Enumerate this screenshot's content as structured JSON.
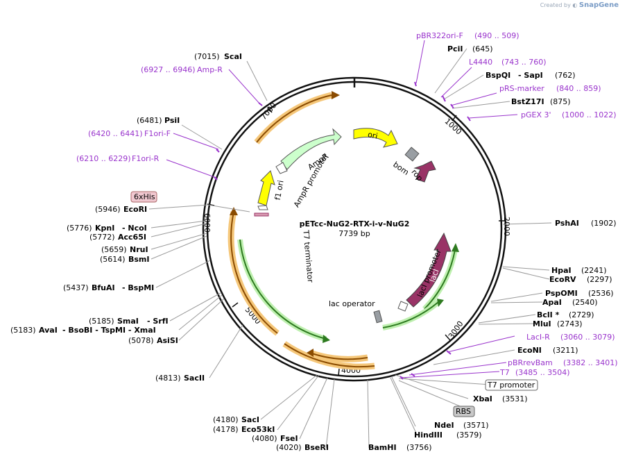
{
  "plasmid": {
    "name": "pETcc-NuG2-RTX-i-v-NuG2",
    "length": "7739 bp"
  },
  "watermark": {
    "prefix": "Created by",
    "brand": "SnapGene"
  },
  "ticks": [
    "1000",
    "2000",
    "3000",
    "4000",
    "5000",
    "6000",
    "7000"
  ],
  "features": {
    "ori": "ori",
    "bom": "bom",
    "rop": "rop",
    "ampr": "AmpR",
    "ampr_promoter": "AmpR promoter",
    "f1_ori": "f1 ori",
    "t7_terminator": "T7 terminator",
    "laci": "lacI",
    "laci_promoter": "lacI promoter",
    "lac_operator": "lac operator"
  },
  "boxed_labels": {
    "his": "6xHis",
    "t7_promoter": "T7 promoter",
    "rbs": "RBS"
  },
  "sites_left": [
    {
      "pos": "(7015)",
      "name": "ScaI"
    },
    {
      "pos": "(6481)",
      "name": "PsiI"
    },
    {
      "pos": "(5946)",
      "name": "EcoRI"
    },
    {
      "pos": "(5776)",
      "name": "KpnI",
      "extra": "- NcoI"
    },
    {
      "pos": "(5772)",
      "name": "Acc65I"
    },
    {
      "pos": "(5659)",
      "name": "NruI"
    },
    {
      "pos": "(5614)",
      "name": "BsmI"
    },
    {
      "pos": "(5437)",
      "name": "BfuAI",
      "extra": "- BspMI"
    },
    {
      "pos": "(5185)",
      "name": "SmaI",
      "extra": "- SrfI"
    },
    {
      "pos": "(5183)",
      "name": "AvaI",
      "extra": "- BsoBI - TspMI - XmaI"
    },
    {
      "pos": "(5078)",
      "name": "AsiSI"
    },
    {
      "pos": "(4813)",
      "name": "SacII"
    },
    {
      "pos": "(4180)",
      "name": "SacI"
    },
    {
      "pos": "(4178)",
      "name": "Eco53kI"
    },
    {
      "pos": "(4080)",
      "name": "FseI"
    },
    {
      "pos": "(4020)",
      "name": "BseRI"
    }
  ],
  "sites_right": [
    {
      "name": "PciI",
      "pos": "(645)"
    },
    {
      "name": "BspQI",
      "extra": "- SapI",
      "pos": "(762)"
    },
    {
      "name": "BstZ17I",
      "pos": "(875)"
    },
    {
      "name": "PshAI",
      "pos": "(1902)"
    },
    {
      "name": "HpaI",
      "pos": "(2241)"
    },
    {
      "name": "EcoRV",
      "pos": "(2297)"
    },
    {
      "name": "PspOMI",
      "pos": "(2536)"
    },
    {
      "name": "ApaI",
      "pos": "(2540)"
    },
    {
      "name": "BclI *",
      "pos": "(2729)"
    },
    {
      "name": "MluI",
      "pos": "(2743)"
    },
    {
      "name": "EcoNI",
      "pos": "(3211)"
    },
    {
      "name": "XbaI",
      "pos": "(3531)"
    },
    {
      "name": "NdeI",
      "pos": "(3571)"
    },
    {
      "name": "HindIII",
      "pos": "(3579)"
    },
    {
      "name": "BamHI",
      "pos": "(3756)"
    }
  ],
  "primers": [
    {
      "name": "pBR322ori-F",
      "range": "(490 .. 509)"
    },
    {
      "name": "L4440",
      "range": "(743 .. 760)"
    },
    {
      "name": "pRS-marker",
      "range": "(840 .. 859)"
    },
    {
      "name": "pGEX 3'",
      "range": "(1000 .. 1022)"
    },
    {
      "name": "LacI-R",
      "range": "(3060 .. 3079)"
    },
    {
      "name": "pBRrevBam",
      "range": "(3382 .. 3401)"
    },
    {
      "name": "T7",
      "range": "(3485 .. 3504)"
    },
    {
      "name": "Amp-R",
      "range": "(6927 .. 6946)"
    },
    {
      "name": "F1ori-F",
      "range": "(6420 .. 6441)"
    },
    {
      "name": "F1ori-R",
      "range": "(6210 .. 6229)"
    }
  ],
  "colors": {
    "backbone": "#111111",
    "primer": "#9933cc",
    "ori": "#ffff00",
    "ampr": "#ccffcc",
    "laci": "#993366",
    "rop": "#993366",
    "orf_orange": "#f5a623",
    "orf_green": "#7ed957",
    "his_box": "#f0c8d0",
    "rbs_box": "#c8c8c8"
  }
}
